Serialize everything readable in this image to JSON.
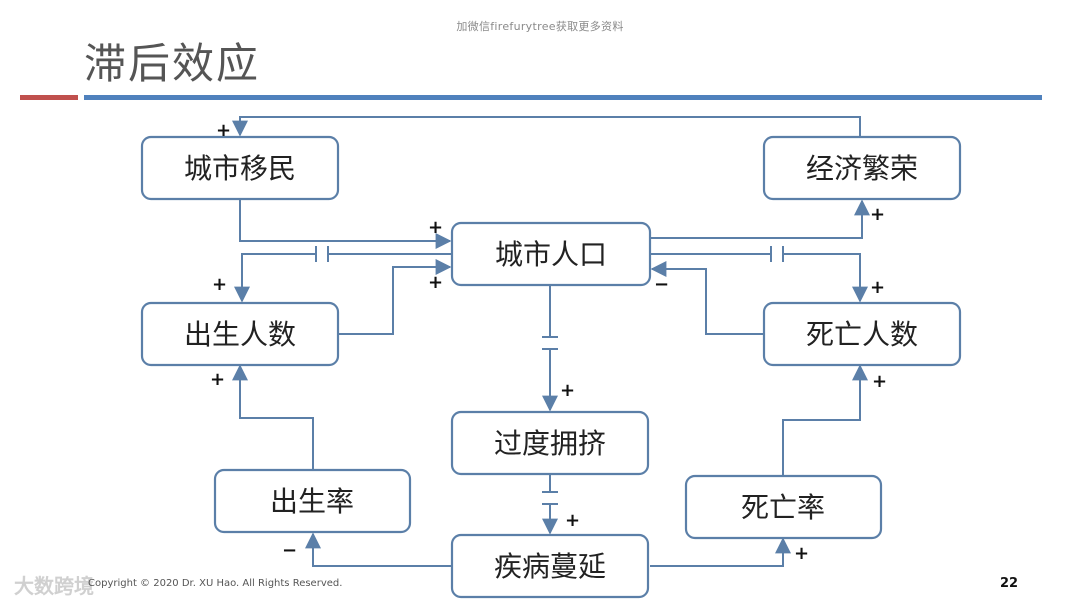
{
  "header_note": "加微信firefurytree获取更多资料",
  "title": "滞后效应",
  "colors": {
    "accent_red": "#c0504d",
    "accent_blue": "#4f81bd",
    "node_border": "#5b7fa8"
  },
  "nodes": {
    "urban_migration": "城市移民",
    "economic_prosperity": "经济繁荣",
    "urban_population": "城市人口",
    "births": "出生人数",
    "deaths": "死亡人数",
    "overcrowding": "过度拥挤",
    "birth_rate": "出生率",
    "death_rate": "死亡率",
    "disease_spread": "疾病蔓延"
  },
  "edges": [
    {
      "from": "城市移民",
      "to": "城市人口",
      "polarity": "+",
      "delay": false
    },
    {
      "from": "城市人口",
      "to": "经济繁荣",
      "polarity": "+",
      "delay": false
    },
    {
      "from": "经济繁荣",
      "to": "城市移民",
      "polarity": "+",
      "delay": false
    },
    {
      "from": "城市人口",
      "to": "出生人数",
      "polarity": "+",
      "delay": true
    },
    {
      "from": "出生人数",
      "to": "城市人口",
      "polarity": "+",
      "delay": false
    },
    {
      "from": "城市人口",
      "to": "死亡人数",
      "polarity": "+",
      "delay": true
    },
    {
      "from": "死亡人数",
      "to": "城市人口",
      "polarity": "−",
      "delay": false
    },
    {
      "from": "城市人口",
      "to": "过度拥挤",
      "polarity": "+",
      "delay": true
    },
    {
      "from": "过度拥挤",
      "to": "疾病蔓延",
      "polarity": "+",
      "delay": true
    },
    {
      "from": "疾病蔓延",
      "to": "出生率",
      "polarity": "−",
      "delay": false
    },
    {
      "from": "疾病蔓延",
      "to": "死亡率",
      "polarity": "+",
      "delay": false
    },
    {
      "from": "出生率",
      "to": "出生人数",
      "polarity": "+",
      "delay": false
    },
    {
      "from": "死亡率",
      "to": "死亡人数",
      "polarity": "+",
      "delay": false
    }
  ],
  "polarity": {
    "plus": "+",
    "minus": "−"
  },
  "footer": {
    "copyright": "Copyright © 2020 Dr. XU Hao. All Rights Reserved.",
    "page_number": "22"
  },
  "watermark": "大数跨境"
}
